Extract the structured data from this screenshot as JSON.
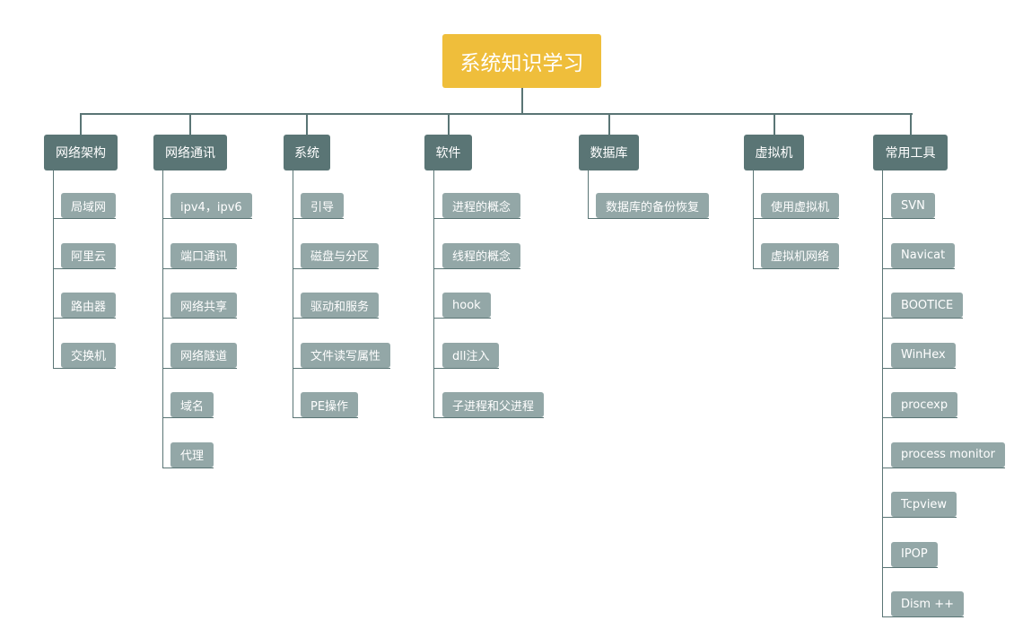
{
  "title": "系统知识学习",
  "categories": [
    {
      "label": "网络架构",
      "items": [
        "局域网",
        "阿里云",
        "路由器",
        "交换机"
      ]
    },
    {
      "label": "网络通讯",
      "items": [
        "ipv4，ipv6",
        "端口通讯",
        "网络共享",
        "网络隧道",
        "域名",
        "代理"
      ]
    },
    {
      "label": "系统",
      "items": [
        "引导",
        "磁盘与分区",
        "驱动和服务",
        "文件读写属性",
        "PE操作"
      ]
    },
    {
      "label": "软件",
      "items": [
        "进程的概念",
        "线程的概念",
        "hook",
        "dll注入",
        "子进程和父进程"
      ]
    },
    {
      "label": "数据库",
      "items": [
        "数据库的备份恢复"
      ]
    },
    {
      "label": "虚拟机",
      "items": [
        "使用虚拟机",
        "虚拟机网络"
      ]
    },
    {
      "label": "常用工具",
      "items": [
        "SVN",
        "Navicat",
        "BOOTICE",
        "WinHex",
        "procexp",
        "process monitor",
        "Tcpview",
        "IPOP",
        "Dism ++"
      ]
    }
  ],
  "colors": {
    "root": "#efbe3b",
    "category": "#5a7575",
    "item": "#93a7a7",
    "connector": "#5a7575"
  }
}
